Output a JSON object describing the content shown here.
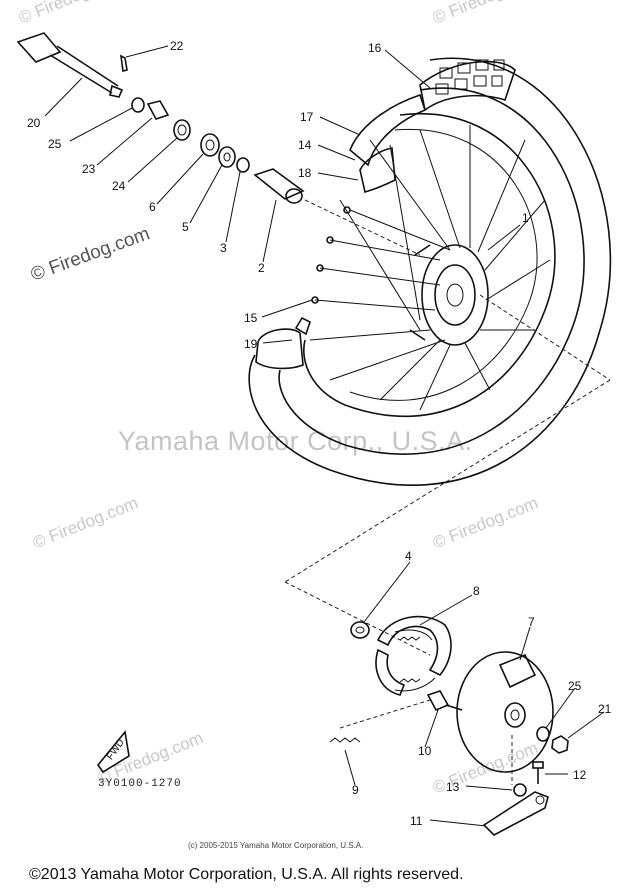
{
  "watermarks": {
    "firedog_label": "Firedog.com",
    "firedog_bold": "© Firedog.com",
    "center": "Yamaha Motor Corp., U.S.A."
  },
  "part_code": "3Y0100-1270",
  "fwd_label": "FWD",
  "small_copyright": "(c) 2005-2015 Yamaha Motor Corporation, U.S.A.",
  "footer_copyright": "©2013 Yamaha Motor Corporation, U.S.A. All rights reserved.",
  "callouts": [
    "22",
    "20",
    "25",
    "23",
    "24",
    "6",
    "5",
    "3",
    "2",
    "16",
    "17",
    "14",
    "18",
    "1",
    "15",
    "19",
    "4",
    "8",
    "7",
    "25",
    "21",
    "10",
    "12",
    "9",
    "13",
    "11"
  ]
}
